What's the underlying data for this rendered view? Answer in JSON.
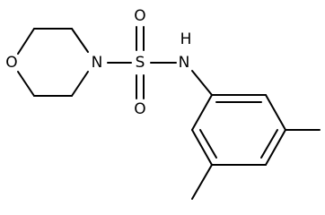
{
  "atoms": {
    "oxygen_ring": "O",
    "nitrogen_ring": "N",
    "sulfur": "S",
    "oxygen_top": "O",
    "oxygen_bottom": "O",
    "nitrogen_nh": "N",
    "hydrogen_nh": "H"
  }
}
